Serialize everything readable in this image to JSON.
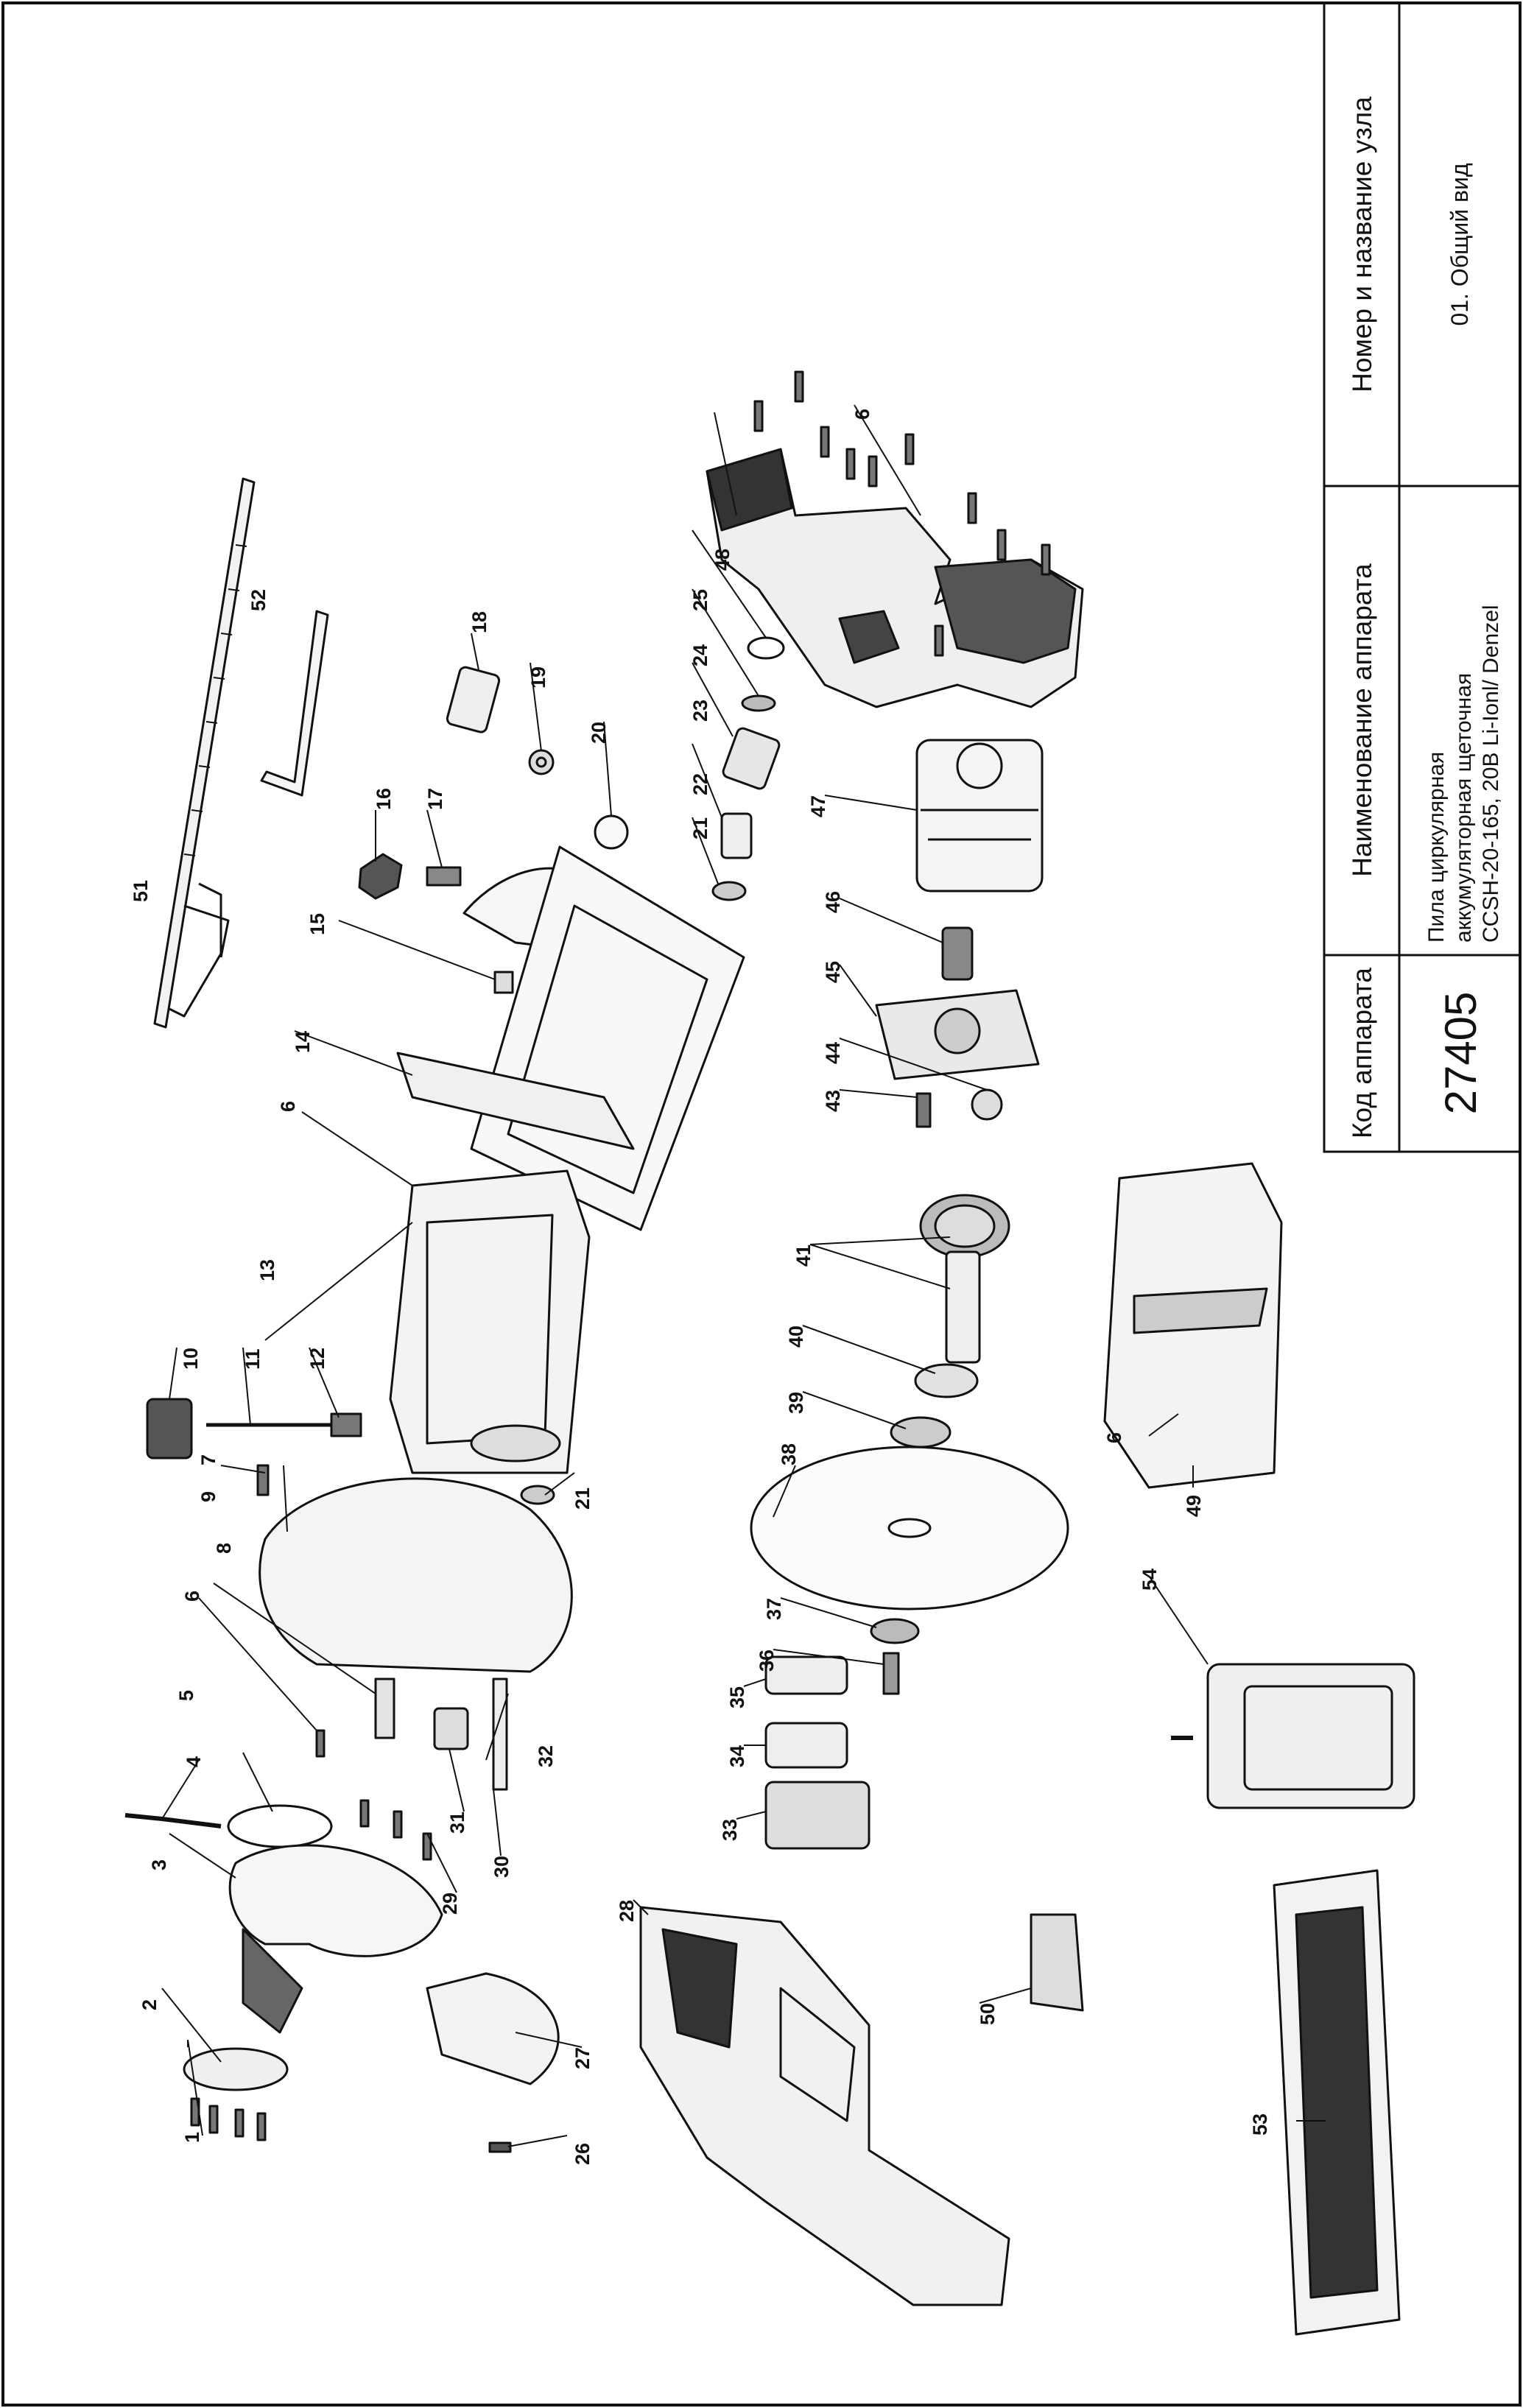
{
  "title_block": {
    "col1_header": "Код аппарата",
    "col1_value": "27405",
    "col2_header": "Наименование аппарата",
    "col2_value_line1": "Пила циркулярная",
    "col2_value_line2": "аккумуляторная щеточная",
    "col2_value_line3": "CCSH-20-165, 20B Li-Ionl/ Denzel",
    "col3_header": "Номер и название узла",
    "col3_value": "01. Общий вид"
  },
  "part_labels": {
    "p1": "1",
    "p2": "2",
    "p3": "3",
    "p4": "4",
    "p5": "5",
    "p6a": "6",
    "p6b": "6",
    "p6c": "6",
    "p6d": "6",
    "p7": "7",
    "p8": "8",
    "p9": "9",
    "p10": "10",
    "p11": "11",
    "p12": "12",
    "p13": "13",
    "p14": "14",
    "p15": "15",
    "p16": "16",
    "p17": "17",
    "p18": "18",
    "p19": "19",
    "p20": "20",
    "p21a": "21",
    "p21b": "21",
    "p22": "22",
    "p23": "23",
    "p24": "24",
    "p25": "25",
    "p26": "26",
    "p27": "27",
    "p28": "28",
    "p29": "29",
    "p30": "30",
    "p31": "31",
    "p32": "32",
    "p33": "33",
    "p34": "34",
    "p35": "35",
    "p36": "36",
    "p37": "37",
    "p38": "38",
    "p39": "39",
    "p40": "40",
    "p41": "41",
    "p43": "43",
    "p44": "44",
    "p45": "45",
    "p46": "46",
    "p47": "47",
    "p48": "48",
    "p49": "49",
    "p50": "50",
    "p51": "51",
    "p52": "52",
    "p53": "53",
    "p54": "54"
  }
}
